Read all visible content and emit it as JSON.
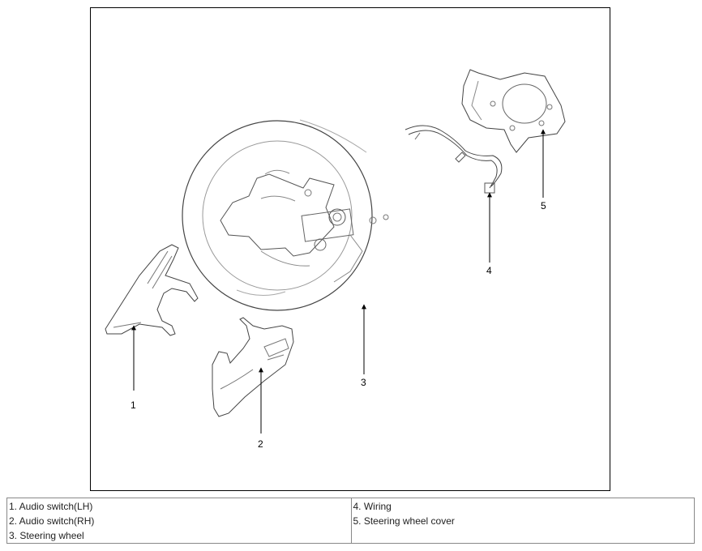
{
  "callouts": [
    "1",
    "2",
    "3",
    "4",
    "5"
  ],
  "legend": {
    "left": [
      "1. Audio switch(LH)",
      "2. Audio switch(RH)",
      "3. Steering wheel"
    ],
    "right": [
      "4. Wiring",
      "5. Steering wheel cover"
    ]
  }
}
